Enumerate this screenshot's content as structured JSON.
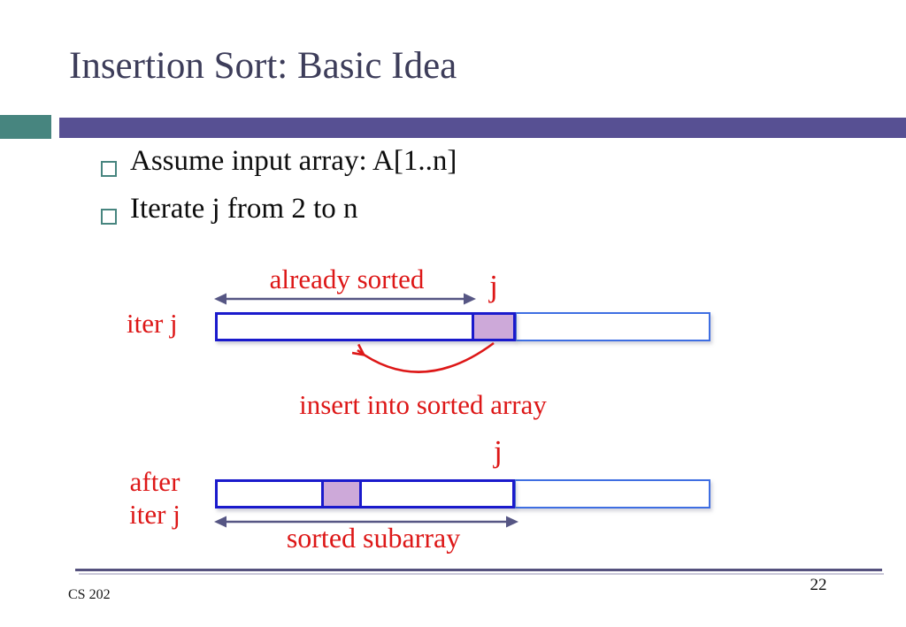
{
  "slide": {
    "title": "Insertion Sort: Basic Idea",
    "bullets": [
      {
        "label": "Assume input array: A[1..n]"
      },
      {
        "label": "Iterate j from 2 to n"
      }
    ],
    "diagram_top": {
      "already_sorted_label": "already sorted",
      "j_label": "j",
      "row_label": "iter j",
      "insert_label": "insert into sorted array"
    },
    "diagram_bottom": {
      "j_label": "j",
      "row_label_line1": "after",
      "row_label_line2": "iter j",
      "extent_label": "sorted subarray"
    },
    "footer": {
      "course": "CS 202",
      "page_number": "22"
    },
    "colors": {
      "title_text": "#3d3d5a",
      "accent_teal": "#47857f",
      "accent_purple": "#575093",
      "label_red": "#dd1717",
      "array_border_dark": "#1a1acc",
      "array_border_light": "#3e6ee2",
      "highlight_cell_fill": "#cda9d9",
      "extent_arrow": "#565684"
    }
  }
}
